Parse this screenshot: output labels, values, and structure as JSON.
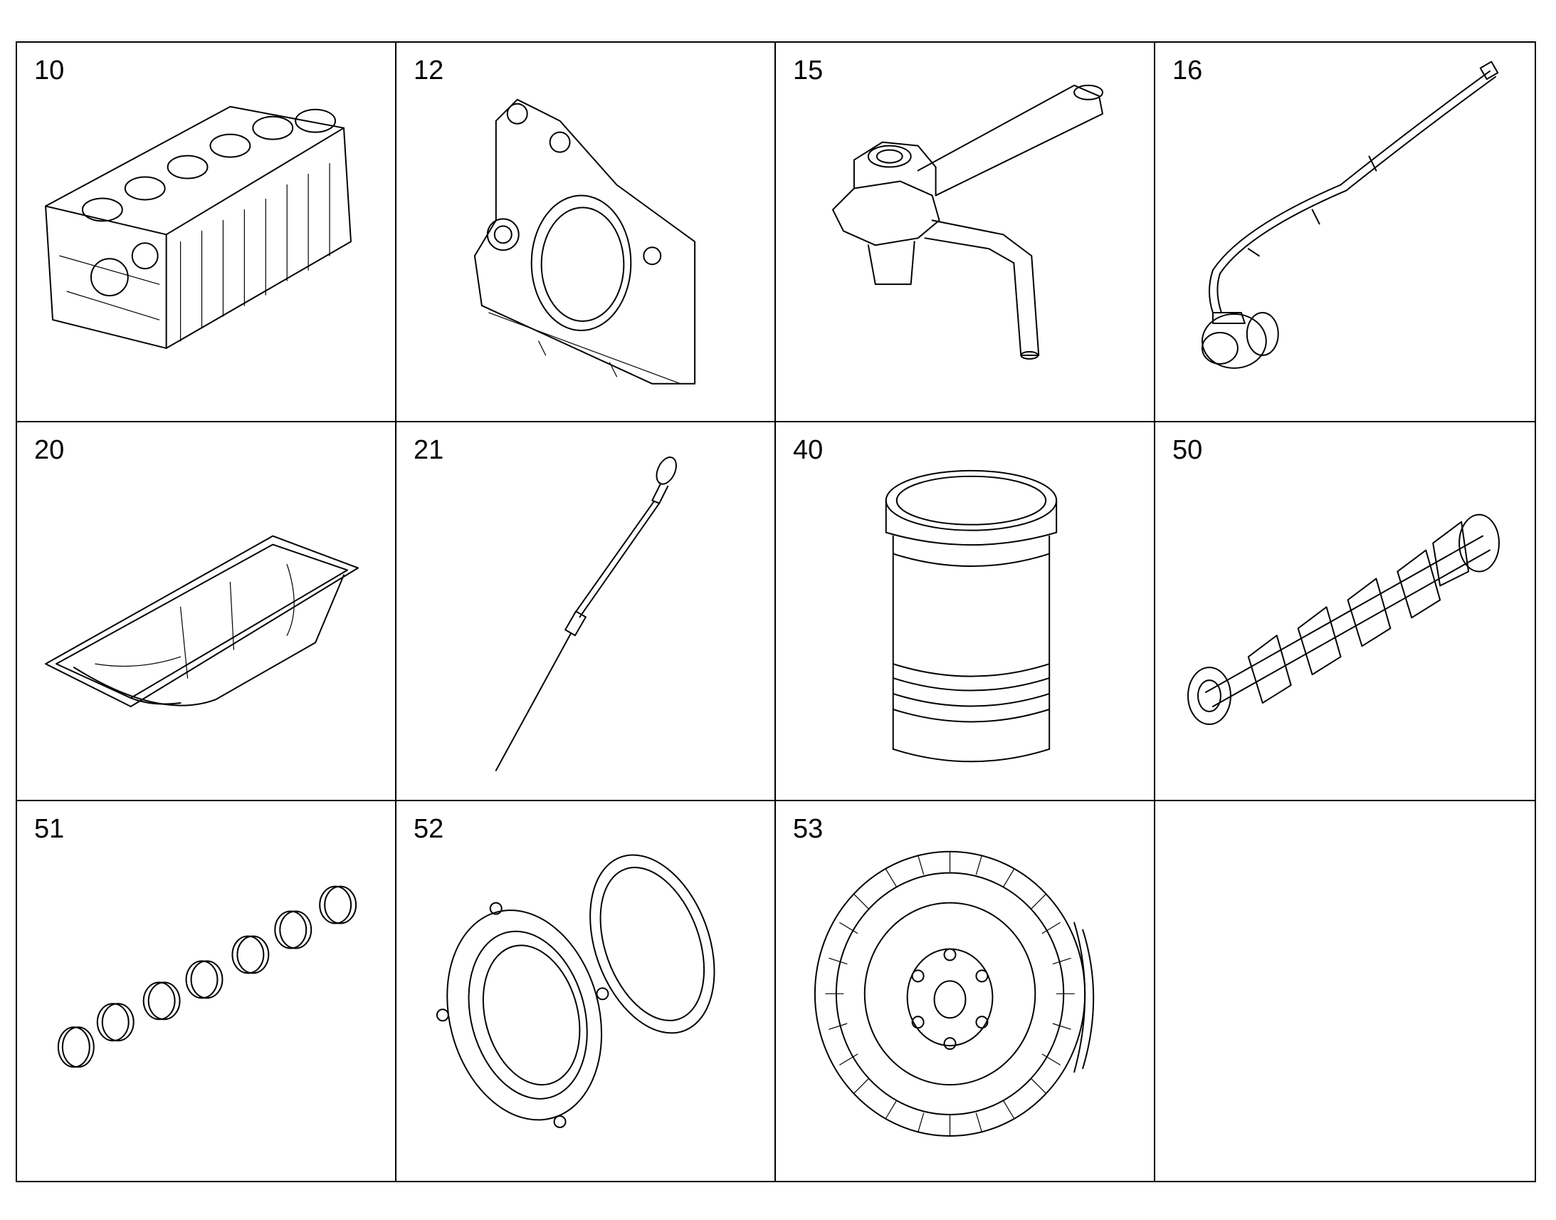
{
  "parts": [
    {
      "number": "10",
      "icon": "engine-block-icon"
    },
    {
      "number": "12",
      "icon": "flywheel-housing-icon"
    },
    {
      "number": "15",
      "icon": "oil-pipe-bracket-icon"
    },
    {
      "number": "16",
      "icon": "sensor-cable-icon"
    },
    {
      "number": "20",
      "icon": "oil-pan-icon"
    },
    {
      "number": "21",
      "icon": "dipstick-icon"
    },
    {
      "number": "40",
      "icon": "cylinder-liner-icon"
    },
    {
      "number": "50",
      "icon": "crankshaft-icon"
    },
    {
      "number": "51",
      "icon": "bearing-shells-icon"
    },
    {
      "number": "52",
      "icon": "seal-ring-icon"
    },
    {
      "number": "53",
      "icon": "vibration-damper-icon"
    },
    {
      "number": "",
      "icon": ""
    }
  ]
}
